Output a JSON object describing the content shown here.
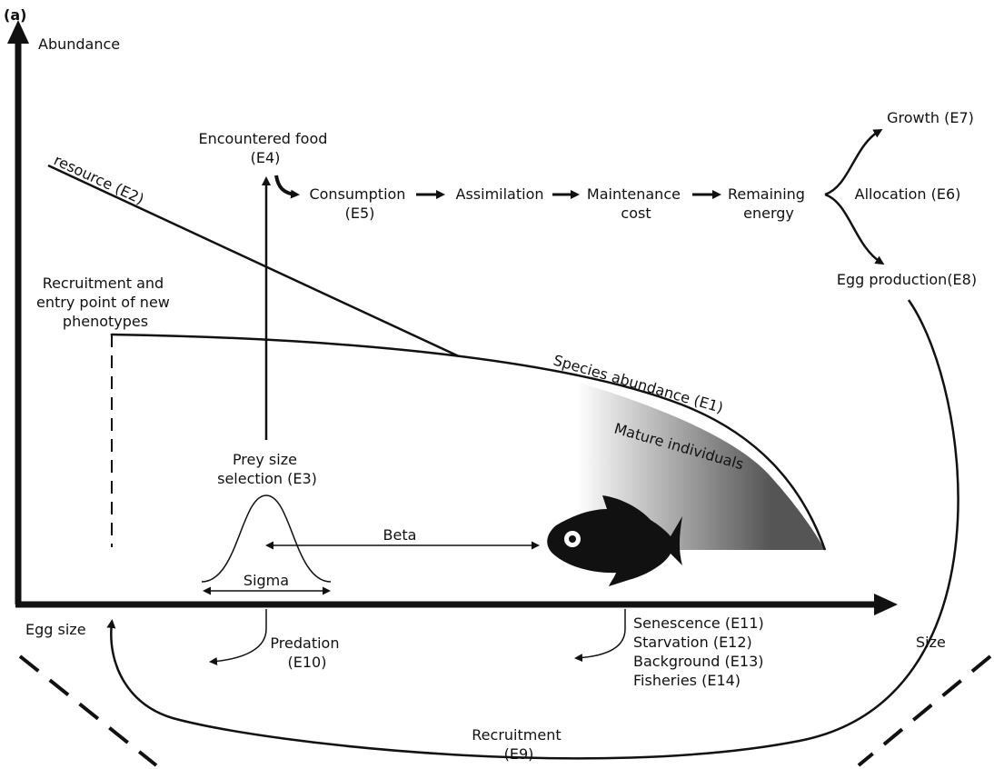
{
  "panel_label": "(a)",
  "axes": {
    "y_label": "Abundance",
    "x_label": "Size",
    "origin_label": "Egg size"
  },
  "curves": {
    "resource": "resource (E2)",
    "species_abundance": "Species abundance (E1)",
    "mature": "Mature individuals"
  },
  "recruitment_entry": [
    "Recruitment and",
    "entry point of new",
    "phenotypes"
  ],
  "food_chain": {
    "encountered": [
      "Encountered food",
      "(E4)"
    ],
    "consumption": [
      "Consumption",
      "(E5)"
    ],
    "assimilation": "Assimilation",
    "maintenance": [
      "Maintenance",
      "cost"
    ],
    "remaining": [
      "Remaining",
      "energy"
    ],
    "allocation": "Allocation (E6)",
    "growth": "Growth (E7)",
    "egg_production": "Egg production(E8)"
  },
  "prey_selection": {
    "label": [
      "Prey size",
      "selection (E3)"
    ],
    "sigma": "Sigma",
    "beta": "Beta"
  },
  "mortality": {
    "predation": [
      "Predation",
      "(E10)"
    ],
    "other": [
      "Senescence (E11)",
      "Starvation (E12)",
      "Background (E13)",
      "Fisheries (E14)"
    ]
  },
  "recruitment": [
    "Recruitment",
    "(E9)"
  ],
  "icons": {
    "fish": "fish-icon"
  },
  "colors": {
    "ink": "#111111",
    "mature_gradient_end": "#555555",
    "background": "#ffffff"
  }
}
